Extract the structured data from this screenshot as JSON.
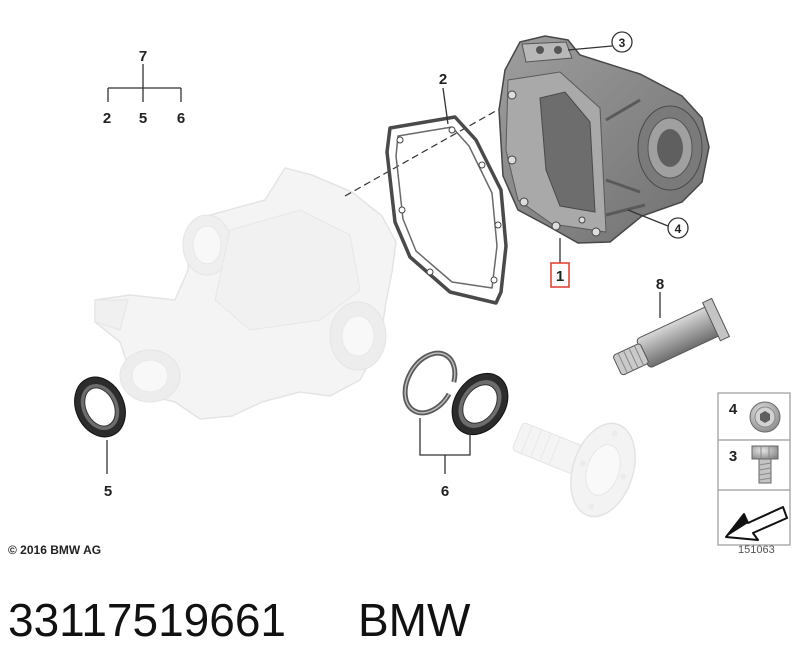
{
  "callouts": {
    "tree_top": "7",
    "tree_left": "2",
    "tree_mid": "5",
    "tree_right": "6",
    "gasket": "2",
    "cover_top": "3",
    "cover_bottom": "4",
    "cover_main": "1",
    "tube": "8",
    "seal_left": "5",
    "seal_right": "6"
  },
  "legend": {
    "row1": "4",
    "row2": "3"
  },
  "copyright": "© 2016 BMW AG",
  "diagram_number": "151063",
  "part_number": "33117519661",
  "brand": "BMW",
  "colors": {
    "highlight": "#e5443e",
    "cover": "#8c8c8c",
    "faded_part": "#ececec",
    "seal": "#2c2c2c"
  }
}
